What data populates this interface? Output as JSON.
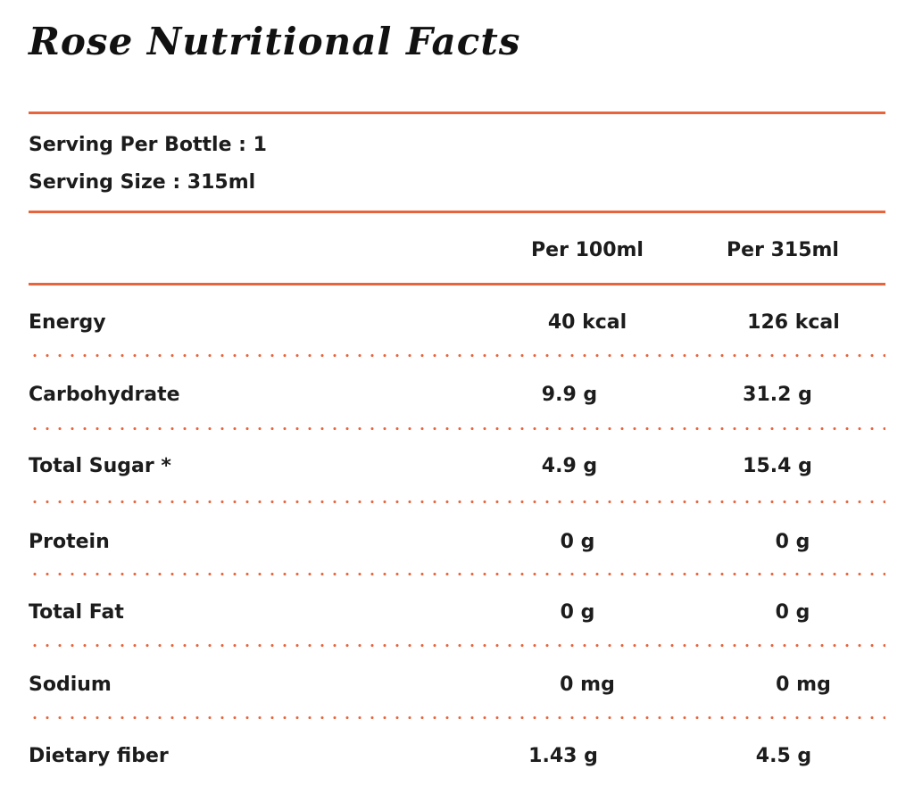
{
  "title": "Rose Nutritional Facts",
  "serving": {
    "per_bottle": "Serving Per Bottle : 1",
    "size": "Serving Size : 315ml"
  },
  "columns": [
    "Per 100ml",
    "Per 315ml"
  ],
  "rows": [
    {
      "label": "Energy",
      "per_100ml": "40 kcal",
      "per_315ml": "126 kcal"
    },
    {
      "label": "Carbohydrate",
      "per_100ml": "9.9 g",
      "per_315ml": "31.2 g"
    },
    {
      "label": "Total Sugar *",
      "per_100ml": "4.9 g",
      "per_315ml": "15.4 g"
    },
    {
      "label": "Protein",
      "per_100ml": "0 g",
      "per_315ml": "0 g"
    },
    {
      "label": "Total Fat",
      "per_100ml": "0 g",
      "per_315ml": "0 g"
    },
    {
      "label": "Sodium",
      "per_100ml": "0 mg",
      "per_315ml": "0 mg"
    },
    {
      "label": "Dietary fiber",
      "per_100ml": "1.43 g",
      "per_315ml": "4.5 g"
    }
  ],
  "colors": {
    "accent": "#e8643c",
    "text": "#1c1c1c"
  }
}
